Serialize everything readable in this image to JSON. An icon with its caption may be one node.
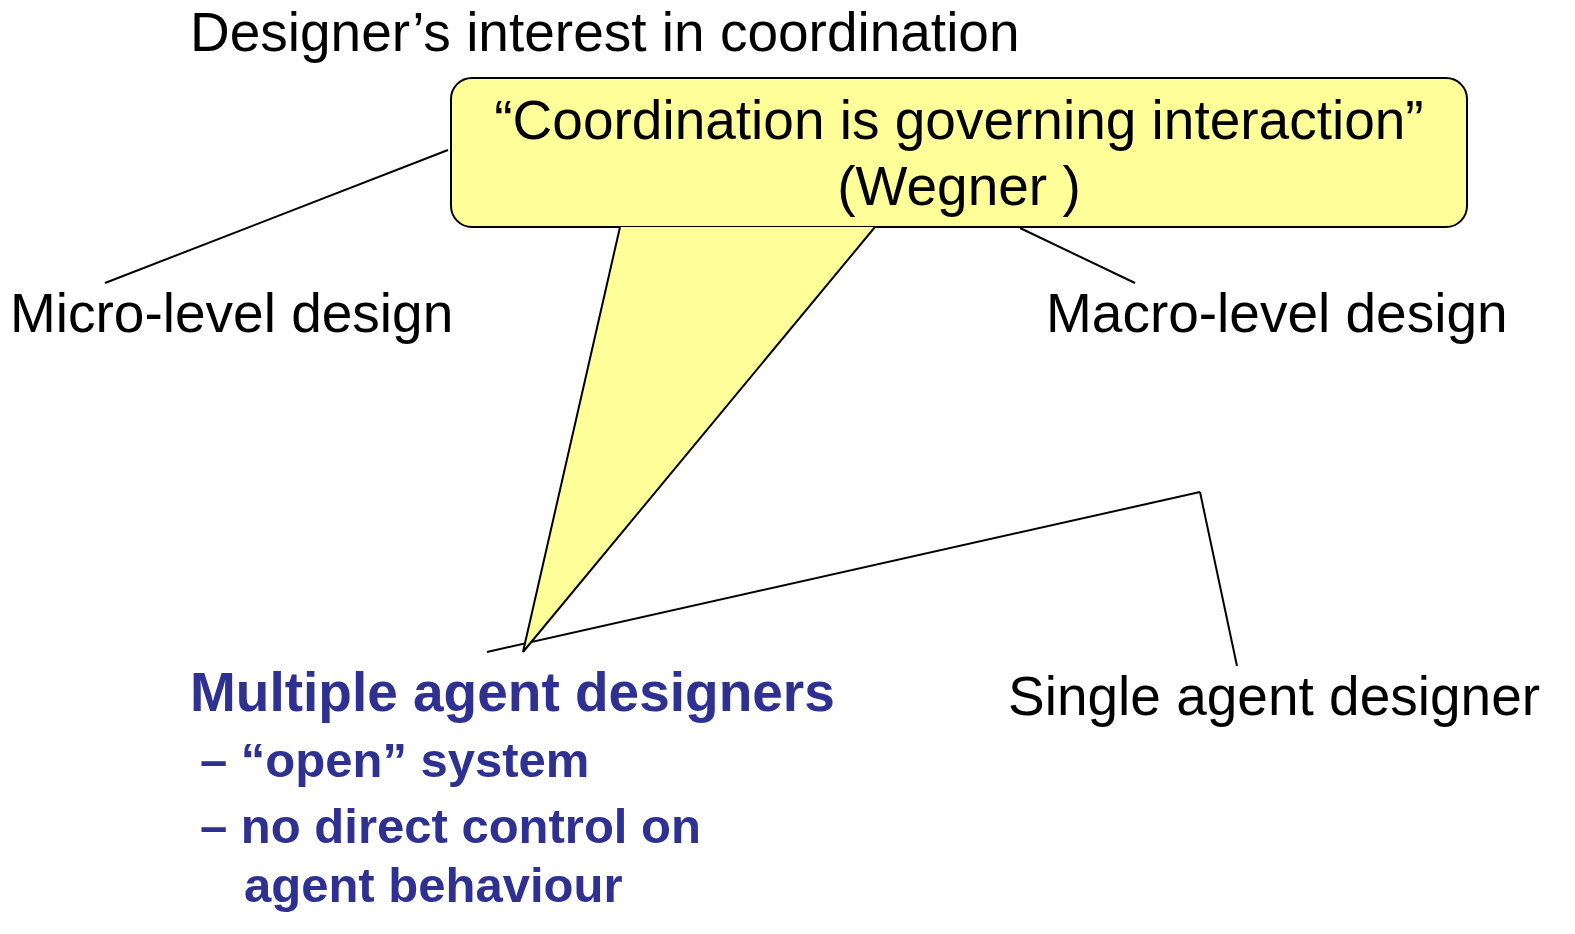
{
  "diagram": {
    "nodes": [
      {
        "text": [
          "Designer’s interest in coordination"
        ]
      },
      {
        "text": [
          "Micro-level design"
        ]
      },
      {
        "text": [
          "Macro-level design"
        ]
      },
      {
        "text": [
          "“Coordination is governing interaction”",
          "(Wegner )"
        ]
      },
      {
        "text": [
          "Multiple agent designers",
          "– “open” system",
          "– no direct control on agent behaviour"
        ]
      },
      {
        "text": [
          "Single agent designer"
        ]
      }
    ],
    "edges": [
      {
        "from": 3,
        "to": 1,
        "arrow": "none"
      },
      {
        "from": 3,
        "to": 2,
        "arrow": "none"
      },
      {
        "from": null,
        "to": 4,
        "arrow": "none"
      },
      {
        "from": null,
        "to": 5,
        "arrow": "none"
      },
      {
        "from": 3,
        "to": 4,
        "arrow": "none"
      }
    ]
  }
}
